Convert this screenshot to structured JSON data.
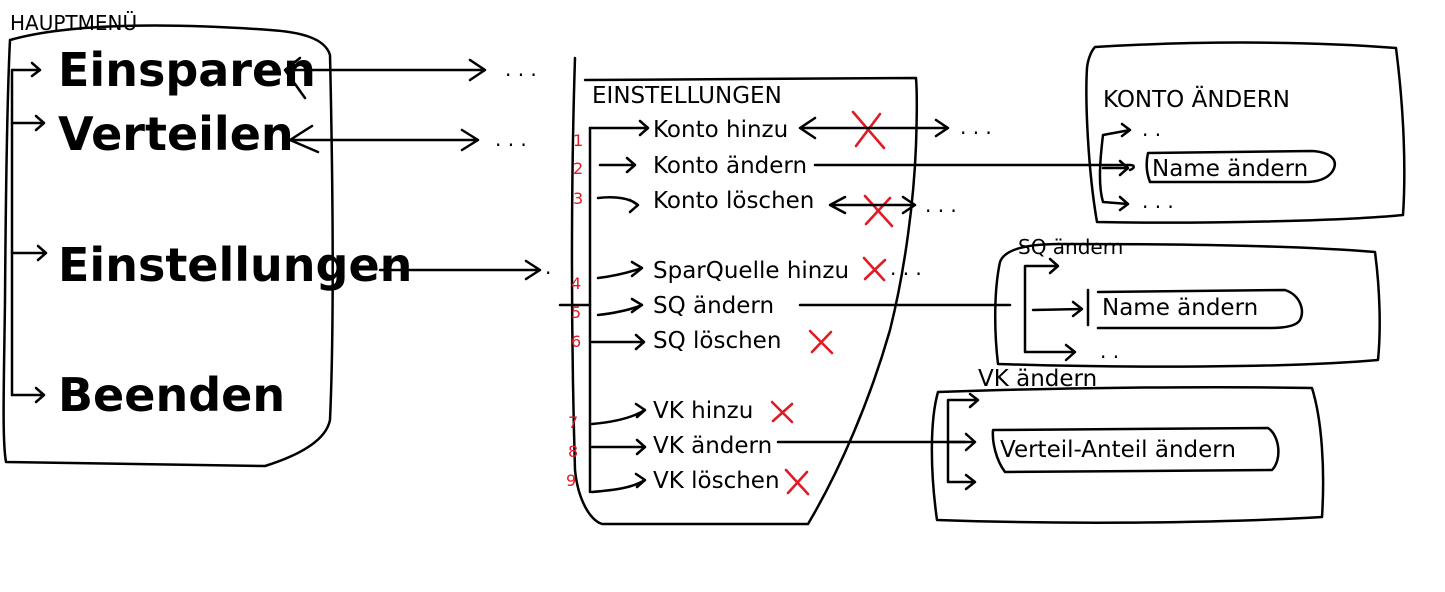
{
  "colors": {
    "ink": "#000000",
    "cross": "#e01b24",
    "number": "#e01b24"
  },
  "main_menu": {
    "title": "HAUPTMENÜ",
    "items": [
      "Einsparen",
      "Verteilen",
      "Einstellungen",
      "Beenden"
    ]
  },
  "settings": {
    "title": "EINSTELLUNGEN",
    "items": [
      {
        "num": "1",
        "label": "Konto hinzu",
        "crossed": true
      },
      {
        "num": "2",
        "label": "Konto ändern",
        "crossed": false
      },
      {
        "num": "3",
        "label": "Konto löschen",
        "crossed": true
      },
      {
        "num": "4",
        "label": "SparQuelle hinzu",
        "crossed": true
      },
      {
        "num": "5",
        "label": "SQ ändern",
        "crossed": false
      },
      {
        "num": "6",
        "label": "SQ löschen",
        "crossed": true
      },
      {
        "num": "7",
        "label": "VK hinzu",
        "crossed": true
      },
      {
        "num": "8",
        "label": "VK ändern",
        "crossed": false
      },
      {
        "num": "9",
        "label": "VK löschen",
        "crossed": true
      }
    ]
  },
  "konto_aendern": {
    "title": "KONTO ÄNDERN",
    "item": "Name ändern",
    "dots_top": ". .",
    "dots_bottom": ". . ."
  },
  "sq_aendern": {
    "title": "SQ ändern",
    "item": "Name ändern",
    "dots_bottom": ". ."
  },
  "vk_aendern": {
    "title": "VK ändern",
    "item": "Verteil-Anteil ändern"
  },
  "dots": {
    "einsparen": ". . .",
    "verteilen": ". . .",
    "einstellungen": ".",
    "konto_hinzu": ". . .",
    "konto_loeschen": ". . .",
    "sparquelle": ". . ."
  }
}
